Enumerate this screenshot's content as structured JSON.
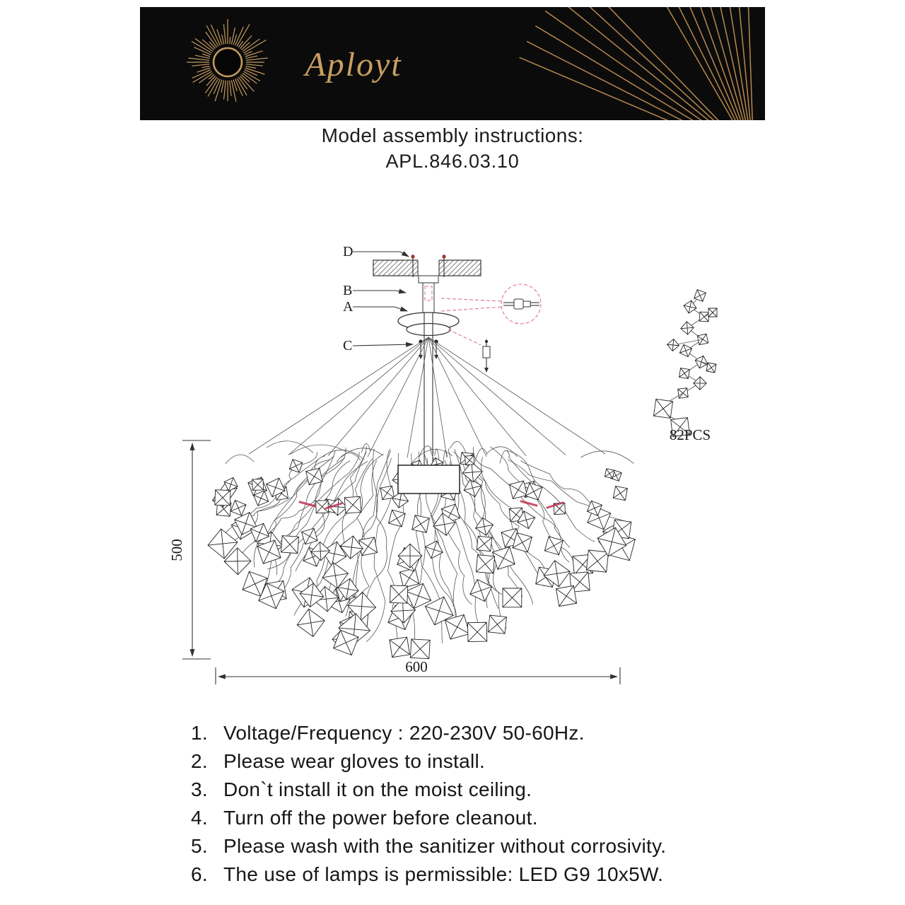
{
  "header": {
    "brand": "Aployt"
  },
  "colors": {
    "brand_gold": "#c79e62",
    "ray_gold": "#b8894c",
    "detail_red": "#e2728a",
    "lamp_red": "#c0334d",
    "banner_bg": "#0b0b0b"
  },
  "title": {
    "line1": "Model assembly instructions:",
    "model": "APL.846.03.10"
  },
  "diagram": {
    "labels": {
      "d": "D",
      "b": "B",
      "a": "A",
      "c": "C"
    },
    "parts_count": "82PCS",
    "dim_height": "500",
    "dim_width": "600"
  },
  "instructions": [
    {
      "num": "1.",
      "text": "Voltage/Frequency : 220-230V 50-60Hz."
    },
    {
      "num": "2.",
      "text": "Please wear gloves to install."
    },
    {
      "num": "3.",
      "text": "Don`t install it on the moist ceiling."
    },
    {
      "num": "4.",
      "text": "Turn off the power before cleanout."
    },
    {
      "num": "5.",
      "text": "Please wash with the sanitizer without corrosivity."
    },
    {
      "num": "6.",
      "text": "The use of lamps is permissible: LED G9 10x5W."
    }
  ]
}
